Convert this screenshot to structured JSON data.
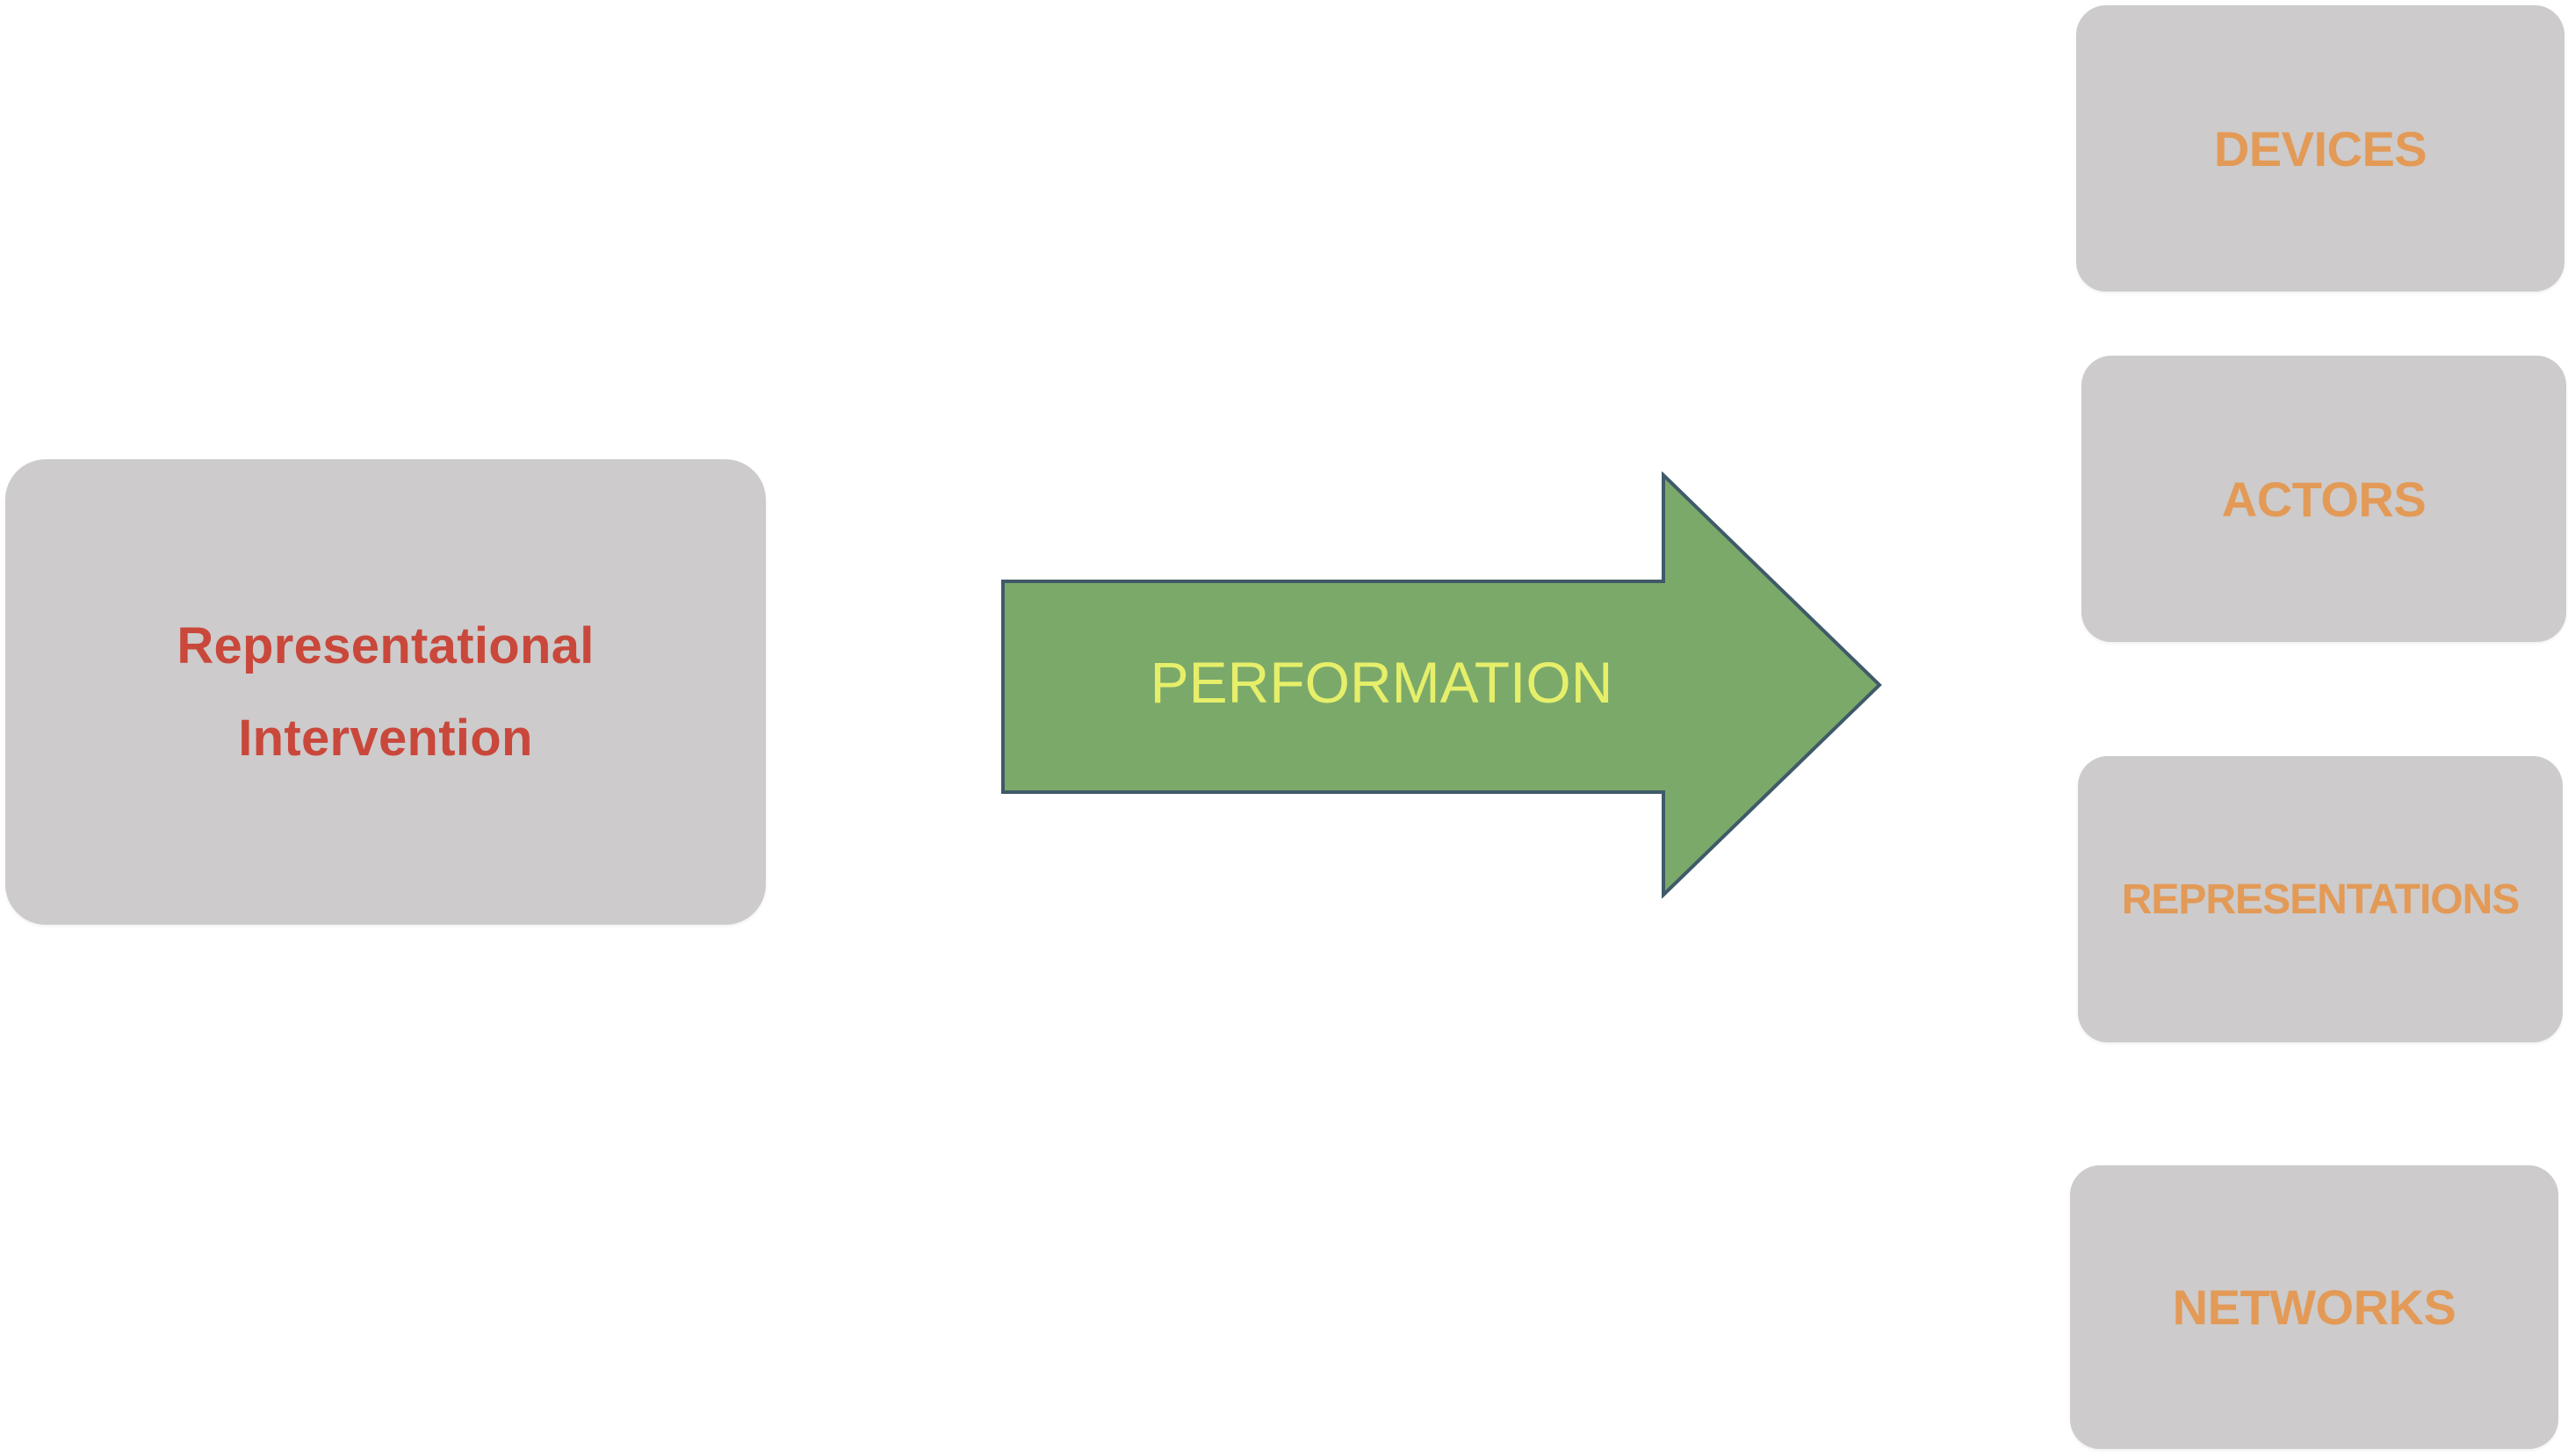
{
  "diagram": {
    "source": {
      "line1": "Representational",
      "line2": "Intervention"
    },
    "arrow": {
      "label": "PERFORMATION"
    },
    "targets": [
      {
        "label": "DEVICES"
      },
      {
        "label": "ACTORS"
      },
      {
        "label": "REPRESENTATIONS"
      },
      {
        "label": "NETWORKS"
      }
    ]
  },
  "colors": {
    "box_fill": "#cdcbcb",
    "source_text": "#c9483b",
    "target_text": "#e39a57",
    "arrow_fill": "#7ba96a",
    "arrow_stroke": "#3f5a68",
    "arrow_text": "#e6ef6a"
  }
}
